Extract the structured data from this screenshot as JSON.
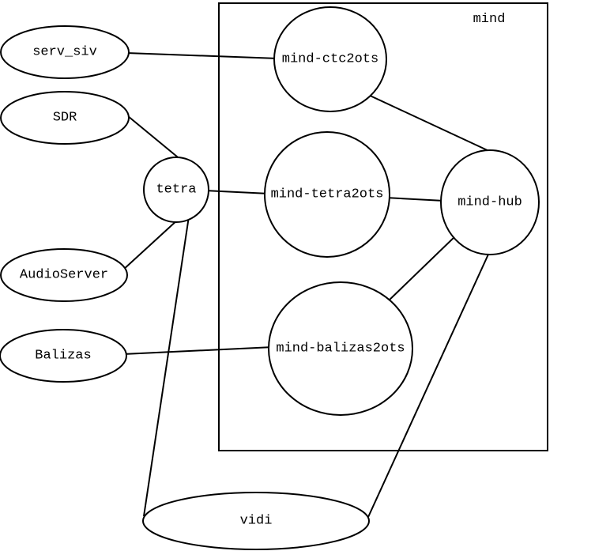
{
  "diagram": {
    "type": "graph",
    "background_color": "#ffffff",
    "stroke_color": "#000000",
    "cluster": {
      "label": "mind"
    },
    "nodes": {
      "serv_siv": {
        "label": "serv_siv",
        "shape": "ellipse",
        "inside_cluster": false
      },
      "sdr": {
        "label": "SDR",
        "shape": "ellipse",
        "inside_cluster": false
      },
      "audioserver": {
        "label": "AudioServer",
        "shape": "ellipse",
        "inside_cluster": false
      },
      "balizas": {
        "label": "Balizas",
        "shape": "ellipse",
        "inside_cluster": false
      },
      "tetra": {
        "label": "tetra",
        "shape": "circle",
        "inside_cluster": false
      },
      "vidi": {
        "label": "vidi",
        "shape": "ellipse",
        "inside_cluster": false
      },
      "mind_ctc2ots": {
        "label": "mind-ctc2ots",
        "shape": "circle",
        "inside_cluster": true
      },
      "mind_tetra2ots": {
        "label": "mind-tetra2ots",
        "shape": "circle",
        "inside_cluster": true
      },
      "mind_hub": {
        "label": "mind-hub",
        "shape": "circle",
        "inside_cluster": true
      },
      "mind_balizas2ots": {
        "label": "mind-balizas2ots",
        "shape": "circle",
        "inside_cluster": true
      }
    },
    "edges": [
      {
        "from": "serv_siv",
        "to": "mind_ctc2ots"
      },
      {
        "from": "sdr",
        "to": "tetra"
      },
      {
        "from": "audioserver",
        "to": "tetra"
      },
      {
        "from": "balizas",
        "to": "mind_balizas2ots"
      },
      {
        "from": "tetra",
        "to": "mind_tetra2ots"
      },
      {
        "from": "tetra",
        "to": "vidi"
      },
      {
        "from": "mind_ctc2ots",
        "to": "mind_hub"
      },
      {
        "from": "mind_tetra2ots",
        "to": "mind_hub"
      },
      {
        "from": "mind_balizas2ots",
        "to": "mind_hub"
      },
      {
        "from": "mind_hub",
        "to": "vidi"
      }
    ]
  }
}
